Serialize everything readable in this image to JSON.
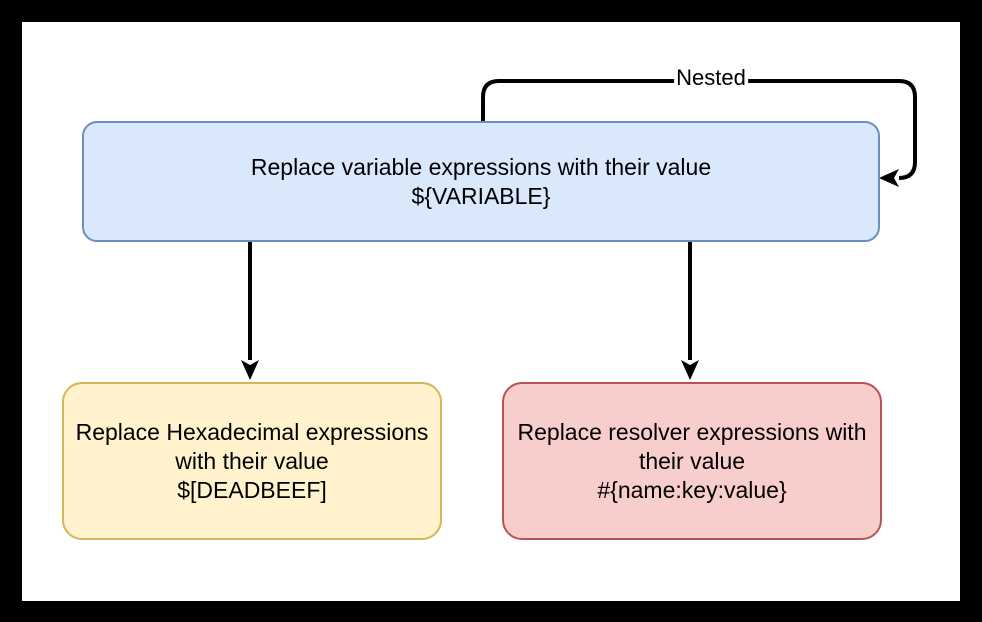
{
  "frame": {
    "background": "#000000",
    "canvas_background": "#FFFFFF"
  },
  "diagram": {
    "nodes": [
      {
        "id": "variable",
        "lines": [
          "Replace variable expressions with their value",
          "${VARIABLE}"
        ],
        "fill": "#DAE8FC",
        "stroke": "#6C8EBF",
        "text_color": "#000000"
      },
      {
        "id": "hexadecimal",
        "lines": [
          "Replace Hexadecimal expressions",
          "with their value",
          "$[DEADBEEF]"
        ],
        "fill": "#FFF2CC",
        "stroke": "#D6B656",
        "text_color": "#000000"
      },
      {
        "id": "resolver",
        "lines": [
          "Replace resolver expressions with",
          "their value",
          "#{name:key:value}"
        ],
        "fill": "#F8CECC",
        "stroke": "#B85450",
        "text_color": "#000000"
      }
    ],
    "edges": {
      "nested_label": "Nested",
      "arrow_color": "#000000"
    }
  }
}
